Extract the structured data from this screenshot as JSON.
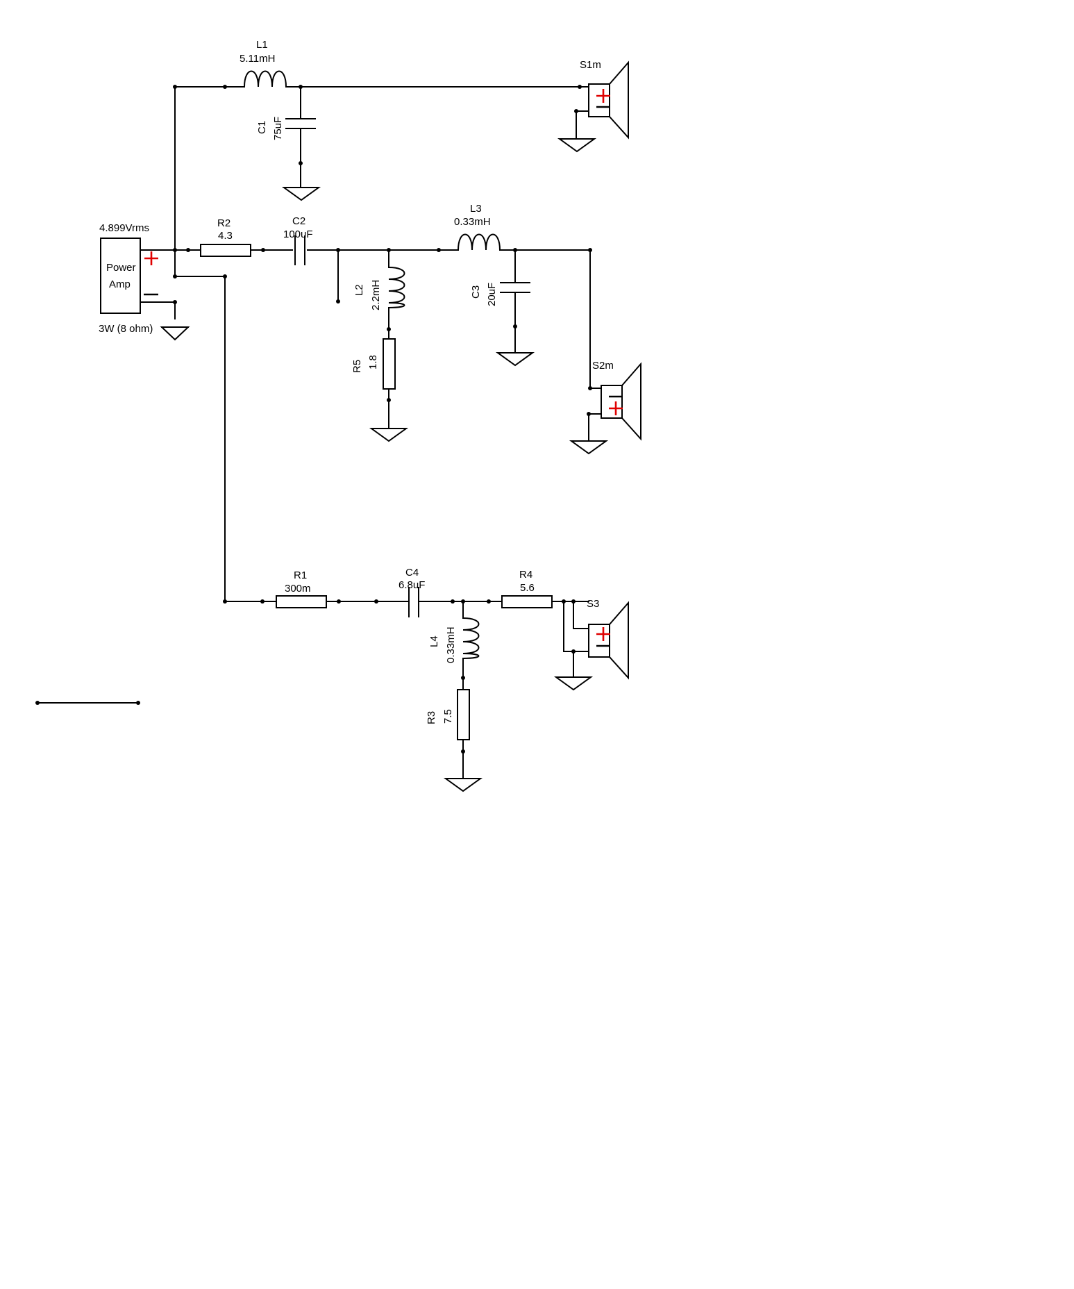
{
  "source": {
    "value": "4.899Vrms",
    "line1": "Power",
    "line2": "Amp",
    "rating": "3W (8 ohm)"
  },
  "components": {
    "L1": {
      "ref": "L1",
      "value": "5.11mH"
    },
    "C1": {
      "ref": "C1",
      "value": "75uF"
    },
    "R2": {
      "ref": "R2",
      "value": "4.3"
    },
    "C2": {
      "ref": "C2",
      "value": "100uF"
    },
    "L2": {
      "ref": "L2",
      "value": "2.2mH"
    },
    "R5": {
      "ref": "R5",
      "value": "1.8"
    },
    "L3": {
      "ref": "L3",
      "value": "0.33mH"
    },
    "C3": {
      "ref": "C3",
      "value": "20uF"
    },
    "R1": {
      "ref": "R1",
      "value": "300m"
    },
    "C4": {
      "ref": "C4",
      "value": "6.8uF"
    },
    "R4": {
      "ref": "R4",
      "value": "5.6"
    },
    "L4": {
      "ref": "L4",
      "value": "0.33mH"
    },
    "R3": {
      "ref": "R3",
      "value": "7.5"
    }
  },
  "speakers": {
    "S1": "S1m",
    "S2": "S2m",
    "S3": "S3"
  },
  "colors": {
    "wire": "#000000",
    "positive": "#e00000",
    "background": "#ffffff"
  }
}
